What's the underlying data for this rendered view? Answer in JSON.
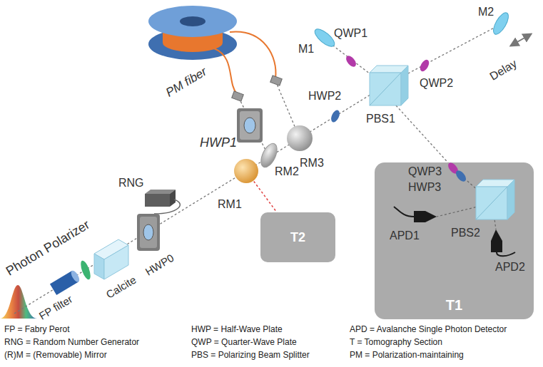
{
  "diagram": {
    "nodes": [
      {
        "text": [
          "T1"
        ]
      },
      {
        "text": [
          "T2"
        ]
      }
    ],
    "labels": [
      "Photon Polarizer",
      "FP filter",
      "Calcite",
      "HWP0",
      "RNG",
      "RM1",
      "RM2",
      "RM3",
      "HWP1",
      "PM fiber",
      "HWP2",
      "PBS1",
      "M1",
      "QWP1",
      "QWP2",
      "M2",
      "Delay",
      "QWP3",
      "HWP3",
      "APD1",
      "PBS2",
      "APD2",
      "FP = Fabry Perot",
      "RNG = Random Number Generator",
      "(R)M = (Removable) Mirror",
      "HWP = Half-Wave Plate",
      "QWP = Quarter-Wave Plate",
      "PBS = Polarizing Beam Splitter",
      "APD = Avalanche Single Photon Detector",
      "T = Tomography Section",
      "PM = Polarization-maintaining"
    ]
  }
}
